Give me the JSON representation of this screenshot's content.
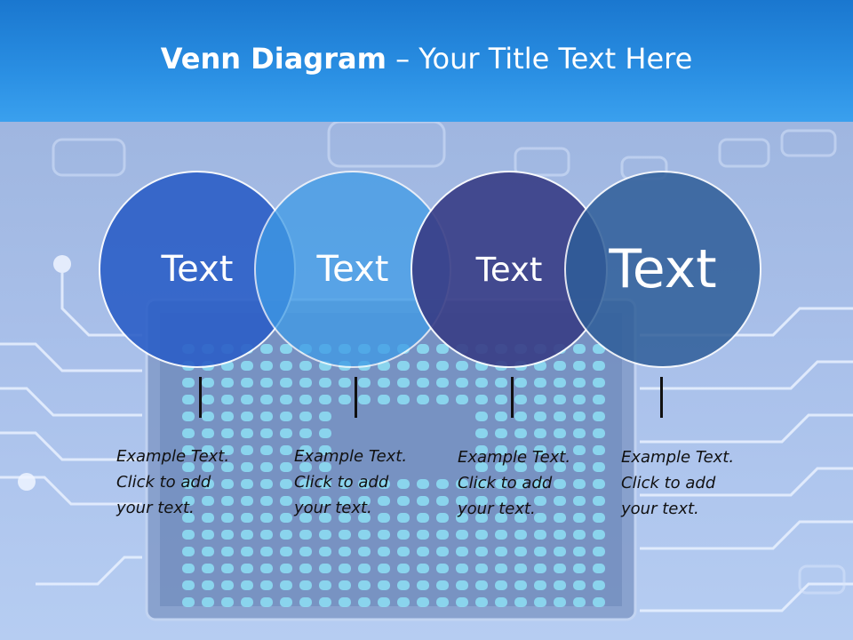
{
  "slide": {
    "title_bold": "Venn Diagram",
    "title_rest": " – Your Title Text Here"
  },
  "circles": [
    {
      "label": "Text",
      "color": "#2c5fc7"
    },
    {
      "label": "Text",
      "color": "#3e9be6"
    },
    {
      "label": "Text",
      "color": "#383d86"
    },
    {
      "label": "Text",
      "color": "#2f5e99"
    }
  ],
  "descriptions": [
    {
      "line1": "Example Text.",
      "line2": "Click  to add",
      "line3": "your text."
    },
    {
      "line1": "Example Text.",
      "line2": "Click  to add",
      "line3": "your text."
    },
    {
      "line1": "Example Text.",
      "line2": "Click  to add",
      "line3": "your text."
    },
    {
      "line1": "Example Text.",
      "line2": "Click  to add",
      "line3": "your text."
    }
  ]
}
